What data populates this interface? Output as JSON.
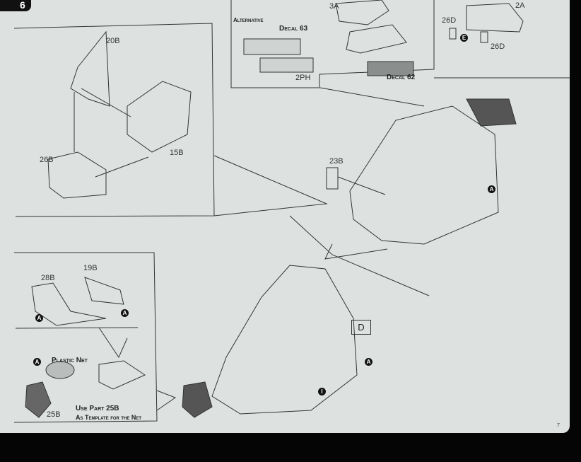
{
  "step_number": "6",
  "page_number": "7",
  "panels": {
    "top_left": {
      "labels": [
        "20B",
        "26B",
        "15B"
      ]
    },
    "top_center": {
      "alternative_label": "Alternative",
      "decal_63": "Decal 63",
      "part_2ph": "2PH",
      "decal_62": "Decal 62",
      "part_3a": "3A"
    },
    "top_right": {
      "part_2a": "2A",
      "part_26d_a": "26D",
      "part_26d_b": "26D",
      "marker_e": "E"
    },
    "main": {
      "part_23b": "23B",
      "marker_a": "A",
      "marker_i": "I",
      "box_d": "D"
    },
    "bottom_left": {
      "part_28b": "28B",
      "part_19b": "19B",
      "marker_a": "A",
      "plastic_net": "Plastic Net",
      "part_25b": "25B",
      "note_line1": "Use Part 25B",
      "note_line2": "As Template for the Net"
    }
  },
  "colors": {
    "paper": "#dde2e1",
    "ink": "#222222",
    "background": "#050505"
  }
}
